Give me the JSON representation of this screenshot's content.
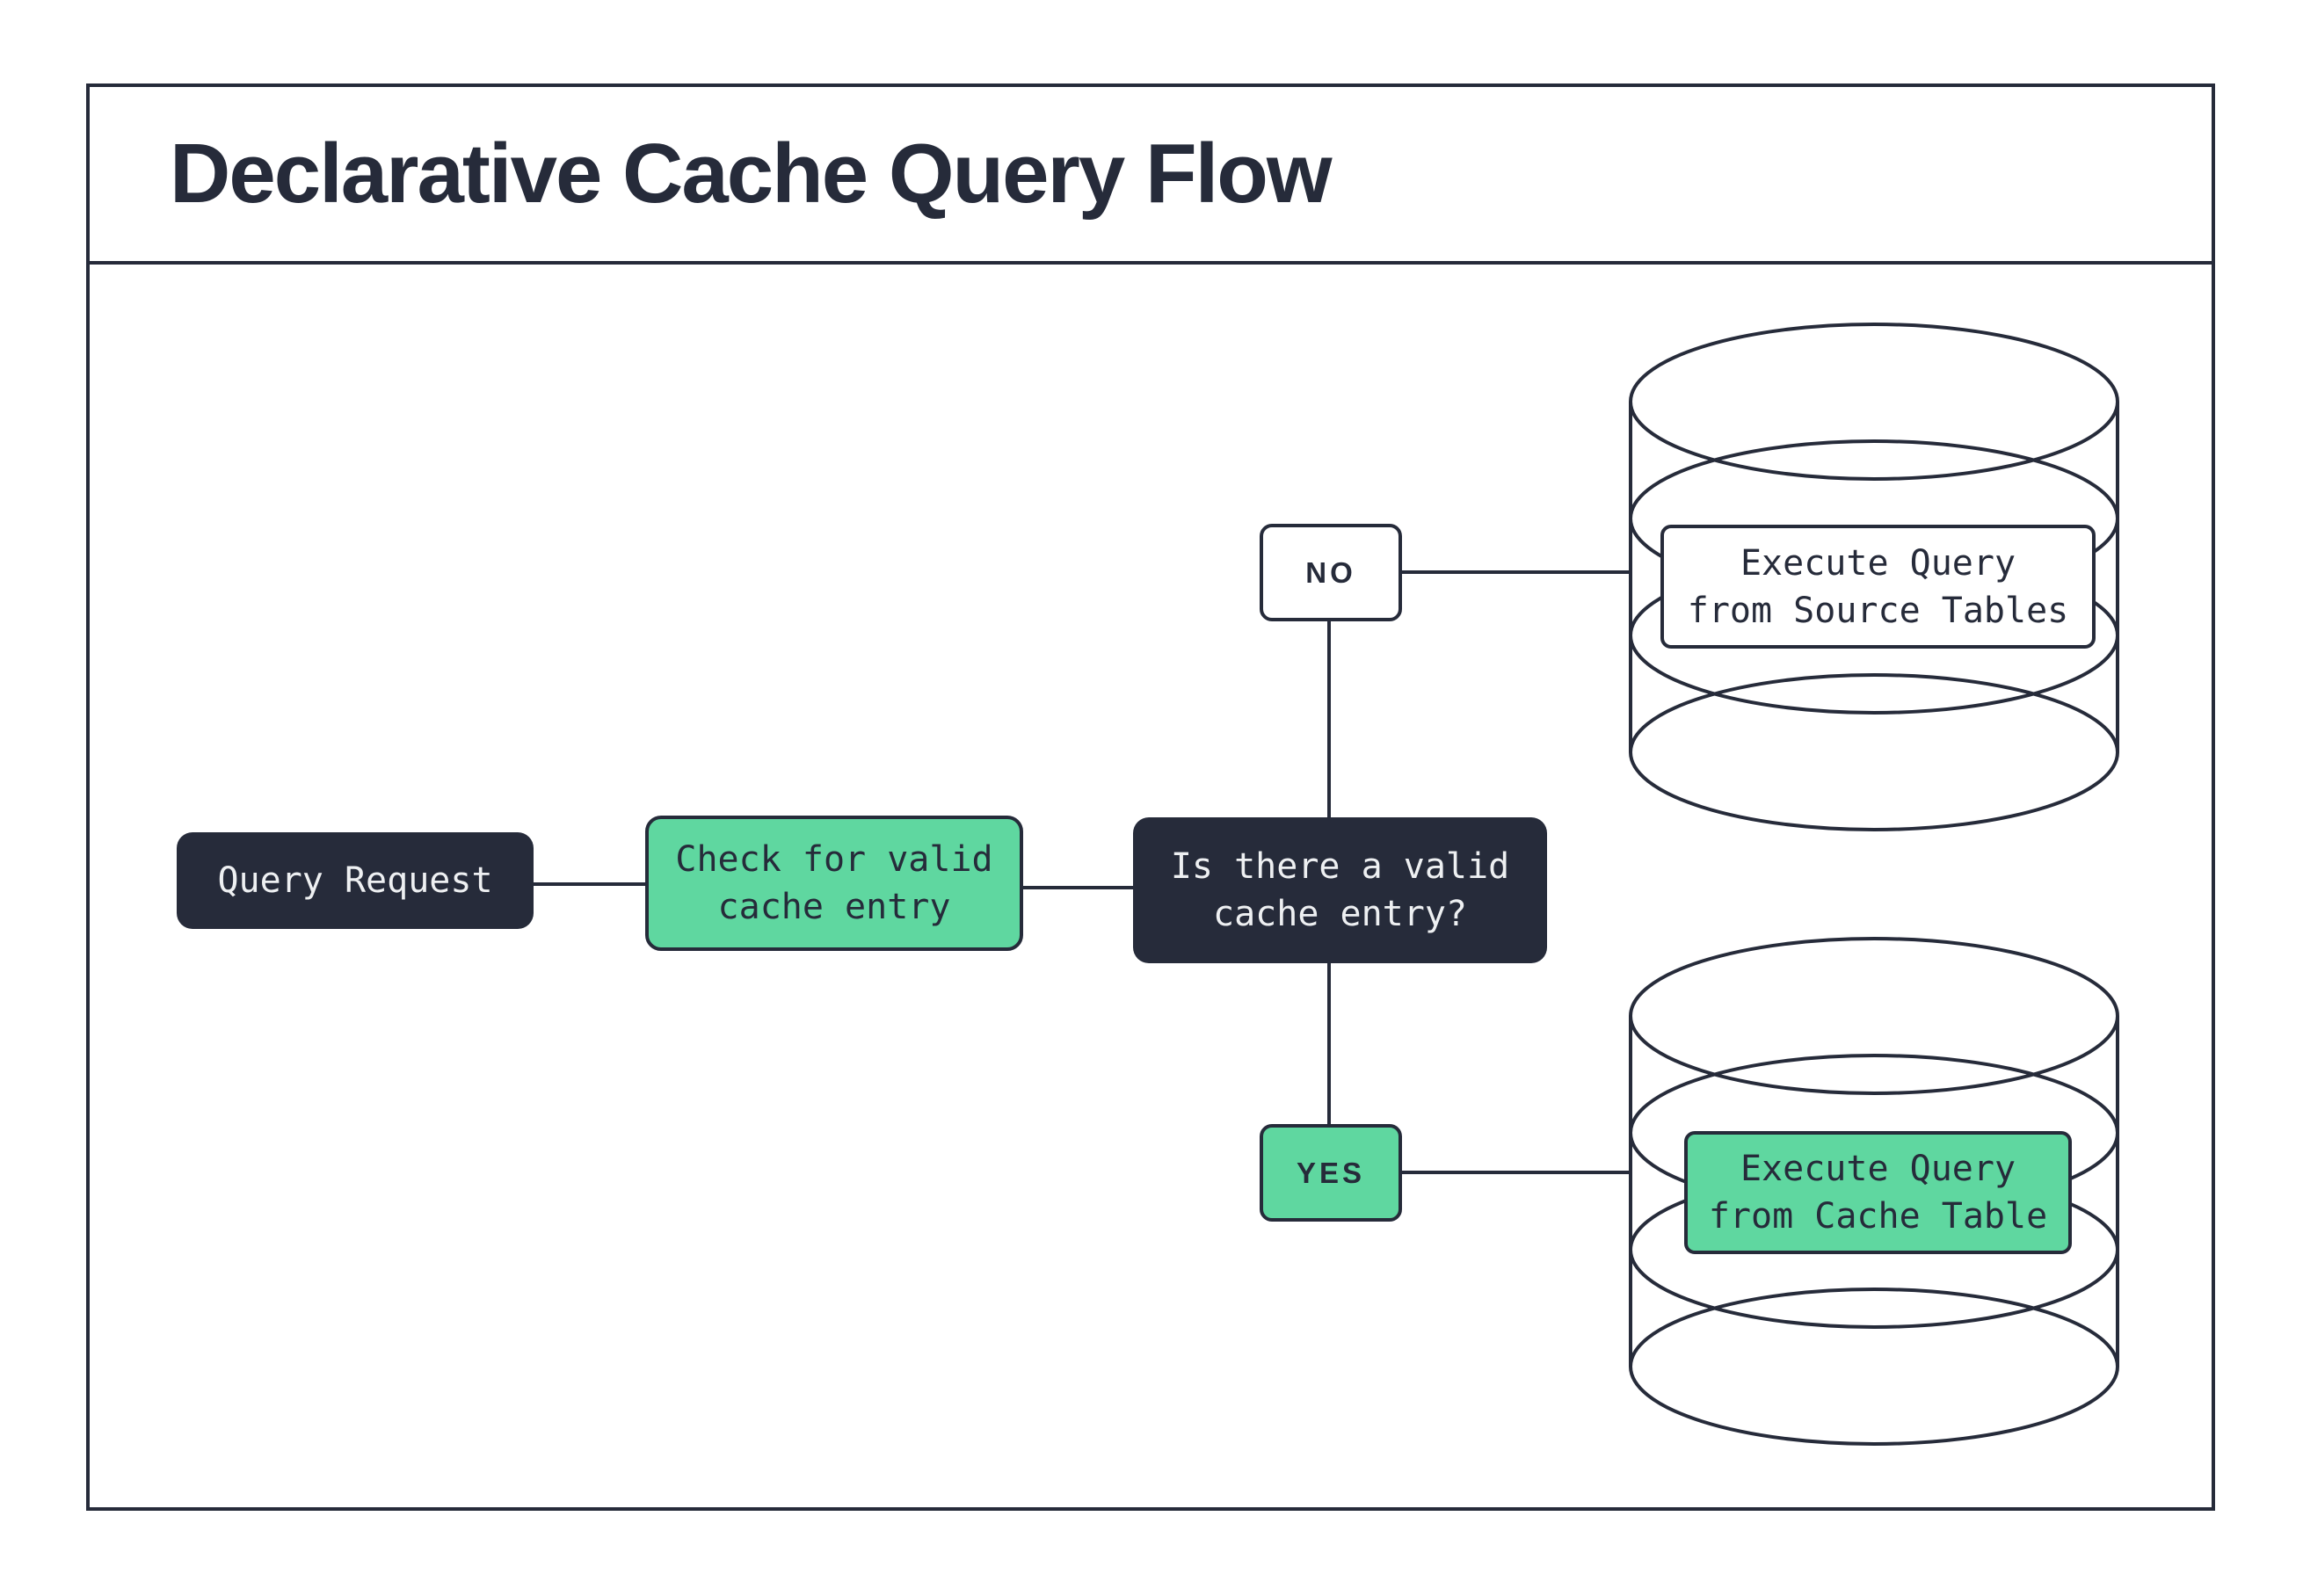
{
  "header": {
    "title": "Declarative Cache Query Flow"
  },
  "colors": {
    "ink": "#262b3a",
    "green": "#5fd7a0",
    "paper": "#ffffff",
    "light_text": "#eef0f2"
  },
  "nodes": {
    "query_request": {
      "label": "Query Request"
    },
    "check_cache": {
      "lines": [
        "Check for valid",
        "cache entry"
      ]
    },
    "is_valid": {
      "lines": [
        "Is there a valid",
        "cache entry?"
      ]
    },
    "no_branch": {
      "label": "NO"
    },
    "yes_branch": {
      "label": "YES"
    },
    "source_db": {
      "lines": [
        "Execute Query",
        "from Source Tables"
      ]
    },
    "cache_db": {
      "lines": [
        "Execute Query",
        "from Cache Table"
      ]
    }
  }
}
